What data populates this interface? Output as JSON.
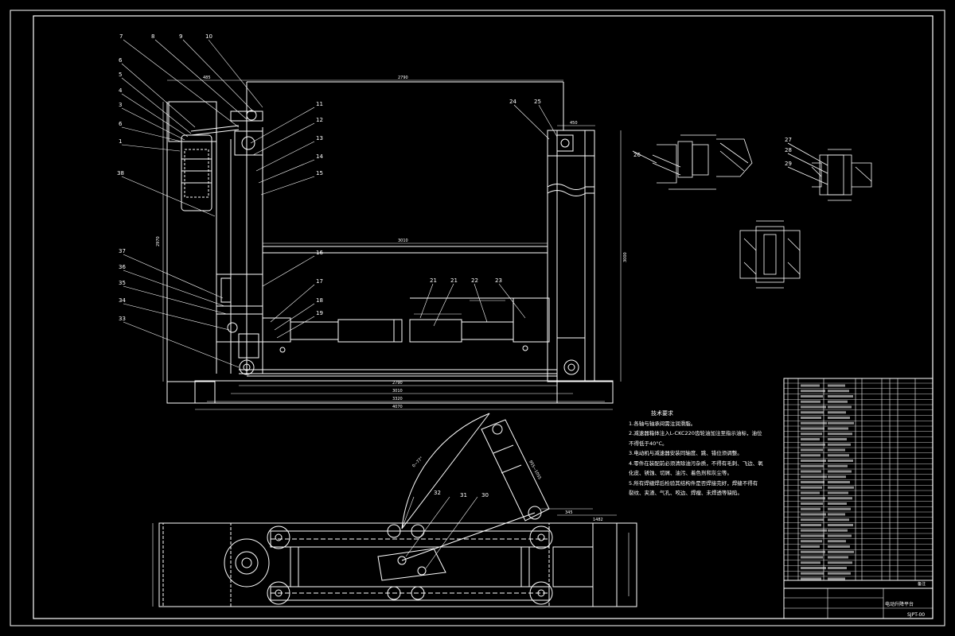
{
  "callouts_front": [
    "7",
    "8",
    "9",
    "10",
    "6",
    "5",
    "4",
    "3",
    "6",
    "1",
    "38",
    "11",
    "12",
    "13",
    "14",
    "15",
    "16",
    "17",
    "18",
    "19",
    "37",
    "36",
    "35",
    "34",
    "33",
    "24",
    "25",
    "21",
    "21",
    "22",
    "23"
  ],
  "callouts_plan": [
    "32",
    "31",
    "30"
  ],
  "callouts_details": [
    "26",
    "27",
    "28",
    "29"
  ],
  "dimensions": {
    "top_span": "2790",
    "mid_span": "3010",
    "bottom_1": "2790",
    "bottom_2": "3010",
    "bottom_3": "3320",
    "bottom_4": "4070",
    "height_left": "2970",
    "height_right": "3000",
    "top_left": "485",
    "top_right": "450",
    "angle": "0~77°",
    "stroke": "955~1055",
    "plan_right": "345",
    "plan_right2": "1482"
  },
  "tech_requirements": {
    "title": "技术要求",
    "items": [
      "1.各轴与轴承间需注润滑脂。",
      "2.减速器箱体注入L-CKC220齿轮油加注至指示油标，油位",
      "  不得低于40°C。",
      "3.电动机与减速器安装同轴度、跳、错位须调整。",
      "4.零件在装配前必须清除油污杂质，不得有毛刺、飞边、氧",
      "  化皮、锈蚀、切屑、油污、着色剂和灰尘等。",
      "5.所有焊缝焊后检验其结构件是否焊接完好，焊缝不得有",
      "  裂纹、夹渣、气孔、咬边、焊瘤、未焊透等缺陷。"
    ]
  },
  "title_block": {
    "drawing_title": "电动升降平台",
    "drawing_number": "SJPT-00",
    "remarks_header": "备注",
    "headers": [
      "序号",
      "代号",
      "名称",
      "数量",
      "材料",
      "单件",
      "总计",
      "重量",
      "备注"
    ]
  },
  "colors": {
    "background": "#000000",
    "lines": "#ffffff"
  }
}
